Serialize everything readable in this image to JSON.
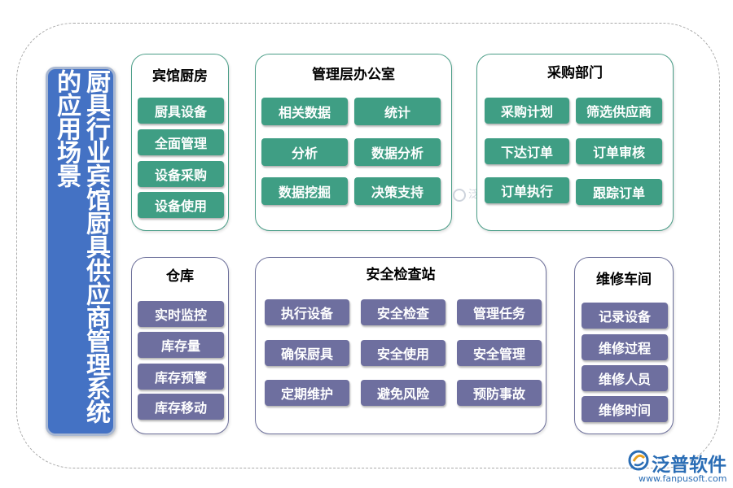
{
  "sidebar": {
    "title": "厨具行业宾馆厨具供应商管理系统的应用场景"
  },
  "panels": {
    "hotel_kitchen": {
      "title": "宾馆厨房",
      "items": [
        "厨具设备",
        "全面管理",
        "设备采购",
        "设备使用"
      ]
    },
    "management_office": {
      "title": "管理层办公室",
      "items": [
        "相关数据",
        "统计",
        "分析",
        "数据分析",
        "数据挖掘",
        "决策支持"
      ]
    },
    "purchasing": {
      "title": "采购部门",
      "items": [
        "采购计划",
        "筛选供应商",
        "下达订单",
        "订单审核",
        "订单执行",
        "跟踪订单"
      ]
    },
    "warehouse": {
      "title": "仓库",
      "items": [
        "实时监控",
        "库存量",
        "库存预警",
        "库存移动"
      ]
    },
    "safety_station": {
      "title": "安全检查站",
      "items": [
        "执行设备",
        "安全检查",
        "管理任务",
        "确保厨具",
        "安全使用",
        "安全管理",
        "定期维护",
        "避免风险",
        "预防事故"
      ]
    },
    "repair_shop": {
      "title": "维修车间",
      "items": [
        "记录设备",
        "维修过程",
        "维修人员",
        "维修时间"
      ]
    }
  },
  "watermark": {
    "text": "泛普"
  },
  "logo": {
    "name": "泛普软件",
    "url": "www.fanpusoft.com"
  },
  "colors": {
    "sidebar": "#4472c4",
    "green_button": "#3f9e84",
    "purple_button": "#6e6f9f",
    "green_border": "#4a9d87",
    "purple_border": "#6c6f9a",
    "logo": "#2a6db5"
  }
}
